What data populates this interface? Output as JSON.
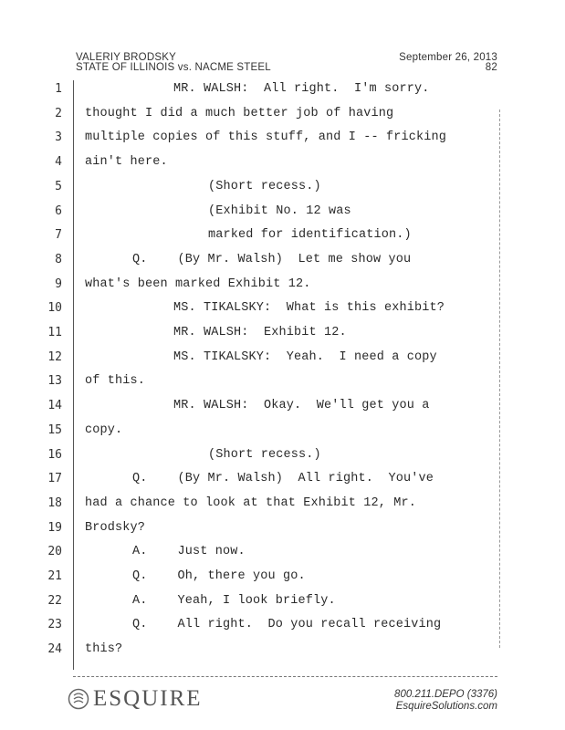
{
  "header": {
    "witness": "VALERIY BRODSKY",
    "case": "STATE OF ILLINOIS vs. NACME STEEL",
    "date": "September 26, 2013",
    "page": "82"
  },
  "lines": [
    {
      "n": "1",
      "text": "MR. WALSH:  All right.  I'm sorry.",
      "indent": 190
    },
    {
      "n": "2",
      "text": "thought I did a much better job of having",
      "indent": 93
    },
    {
      "n": "3",
      "text": "multiple copies of this stuff, and I -- fricking",
      "indent": 93
    },
    {
      "n": "4",
      "text": "ain't here.",
      "indent": 93
    },
    {
      "n": "5",
      "text": "(Short recess.)",
      "indent": 228
    },
    {
      "n": "6",
      "text": "(Exhibit No. 12 was",
      "indent": 228
    },
    {
      "n": "7",
      "text": "marked for identification.)",
      "indent": 228
    },
    {
      "n": "8",
      "text": "Q.    (By Mr. Walsh)  Let me show you",
      "indent": 145
    },
    {
      "n": "9",
      "text": "what's been marked Exhibit 12.",
      "indent": 93
    },
    {
      "n": "10",
      "text": "MS. TIKALSKY:  What is this exhibit?",
      "indent": 190
    },
    {
      "n": "11",
      "text": "MR. WALSH:  Exhibit 12.",
      "indent": 190
    },
    {
      "n": "12",
      "text": "MS. TIKALSKY:  Yeah.  I need a copy",
      "indent": 190
    },
    {
      "n": "13",
      "text": "of this.",
      "indent": 93
    },
    {
      "n": "14",
      "text": "MR. WALSH:  Okay.  We'll get you a",
      "indent": 190
    },
    {
      "n": "15",
      "text": "copy.",
      "indent": 93
    },
    {
      "n": "16",
      "text": "(Short recess.)",
      "indent": 228
    },
    {
      "n": "17",
      "text": "Q.    (By Mr. Walsh)  All right.  You've",
      "indent": 145
    },
    {
      "n": "18",
      "text": "had a chance to look at that Exhibit 12, Mr.",
      "indent": 93
    },
    {
      "n": "19",
      "text": "Brodsky?",
      "indent": 93
    },
    {
      "n": "20",
      "text": "A.    Just now.",
      "indent": 145
    },
    {
      "n": "21",
      "text": "Q.    Oh, there you go.",
      "indent": 145
    },
    {
      "n": "22",
      "text": "A.    Yeah, I look briefly.",
      "indent": 145
    },
    {
      "n": "23",
      "text": "Q.    All right.  Do you recall receiving",
      "indent": 145
    },
    {
      "n": "24",
      "text": "this?",
      "indent": 93
    }
  ],
  "footer": {
    "logo": "ESQUIRE",
    "logo_icon": "esquire-seal-icon",
    "phone": "800.211.DEPO (3376)",
    "site": "EsquireSolutions.com"
  }
}
